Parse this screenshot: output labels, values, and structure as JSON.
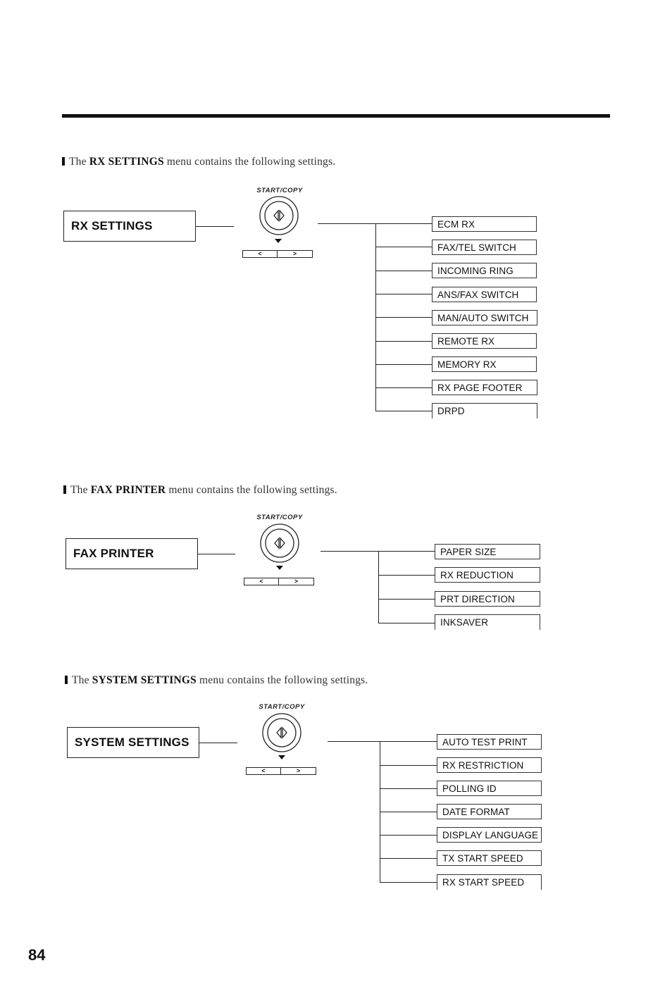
{
  "sections": {
    "rx": {
      "intro": {
        "pre": "The",
        "keyword": "RX SETTINGS",
        "post": "menu contains the following settings."
      },
      "menu": "RX SETTINGS",
      "start_label": "START/COPY",
      "keys": [
        "<",
        ">"
      ],
      "items": [
        "ECM RX",
        "FAX/TEL SWITCH",
        "INCOMING RING",
        "ANS/FAX SWITCH",
        "MAN/AUTO SWITCH",
        "REMOTE RX",
        "MEMORY RX",
        "RX PAGE FOOTER",
        "DRPD"
      ]
    },
    "fax": {
      "intro": {
        "pre": "The",
        "keyword": "FAX PRINTER",
        "post": "menu contains the following settings."
      },
      "menu": "FAX PRINTER",
      "start_label": "START/COPY",
      "keys": [
        "<",
        ">"
      ],
      "items": [
        "PAPER SIZE",
        "RX REDUCTION",
        "PRT DIRECTION",
        "INKSAVER"
      ]
    },
    "sys": {
      "intro": {
        "pre": "The",
        "keyword": "SYSTEM SETTINGS",
        "post": "menu contains the following settings."
      },
      "menu": "SYSTEM SETTINGS",
      "start_label": "START/COPY",
      "keys": [
        "<",
        ">"
      ],
      "items": [
        "AUTO TEST PRINT",
        "RX RESTRICTION",
        "POLLING ID",
        "DATE FORMAT",
        "DISPLAY LANGUAGE",
        "TX START SPEED",
        "RX START SPEED"
      ]
    }
  },
  "page_number": "84"
}
